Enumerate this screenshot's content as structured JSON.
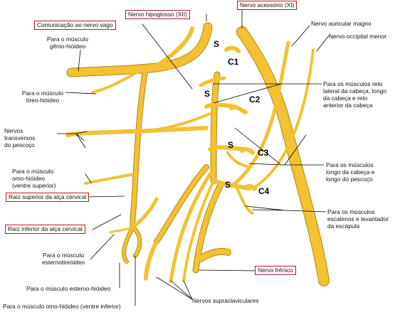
{
  "colors": {
    "nerve": "#f2c233",
    "nerve_edge": "#b8860b",
    "leader": "#000000",
    "box_border": "#b02020"
  },
  "boxed": {
    "hypoglossal": "Nervo hipoglosso (XII)",
    "accessory": "Nervo acessório (XI)",
    "vagus": "Comunicação ao nervo vago",
    "superior_root": "Raiz superior da alça cervical",
    "inferior_root": "Raiz inferior da alça cervical",
    "phrenic": "Nervo frênico"
  },
  "labels": {
    "geniohyoid": "Para o músculo\ngênio-hióideo",
    "thyrohyoid": "Para o músculo\ntíreo-hióideo",
    "transverse": "Nervos\ntransversos\ndo pescoço",
    "omohyoid_sup": "Para o músculo\nomo-hióideo\n(ventre superior)",
    "sternothyroid": "Para o músculo\nesternotireóideo",
    "sternohyoid": "Para o músculo esterno-hióideo",
    "omohyoid_inf": "Para o músculo omo-hióideo (ventre inferior)",
    "supraclavicular": "Nervos supraclaviculares",
    "great_auricular": "Nervo auricular magno",
    "lesser_occipital": "Nervo occipital menor",
    "rectus": "Para os músculos reto\nlateral da cabeça, longo\nda cabeça e reto\nanterior da cabeça",
    "longus": "Para os músculos\nlongo da cabeça e\nlongo do pescoço",
    "scalene": "Para os músculos\nescalenos e levantador\nda escápula"
  },
  "markers": {
    "c1": "C1",
    "c2": "C2",
    "c3": "C3",
    "c4": "C4",
    "s": "S"
  }
}
